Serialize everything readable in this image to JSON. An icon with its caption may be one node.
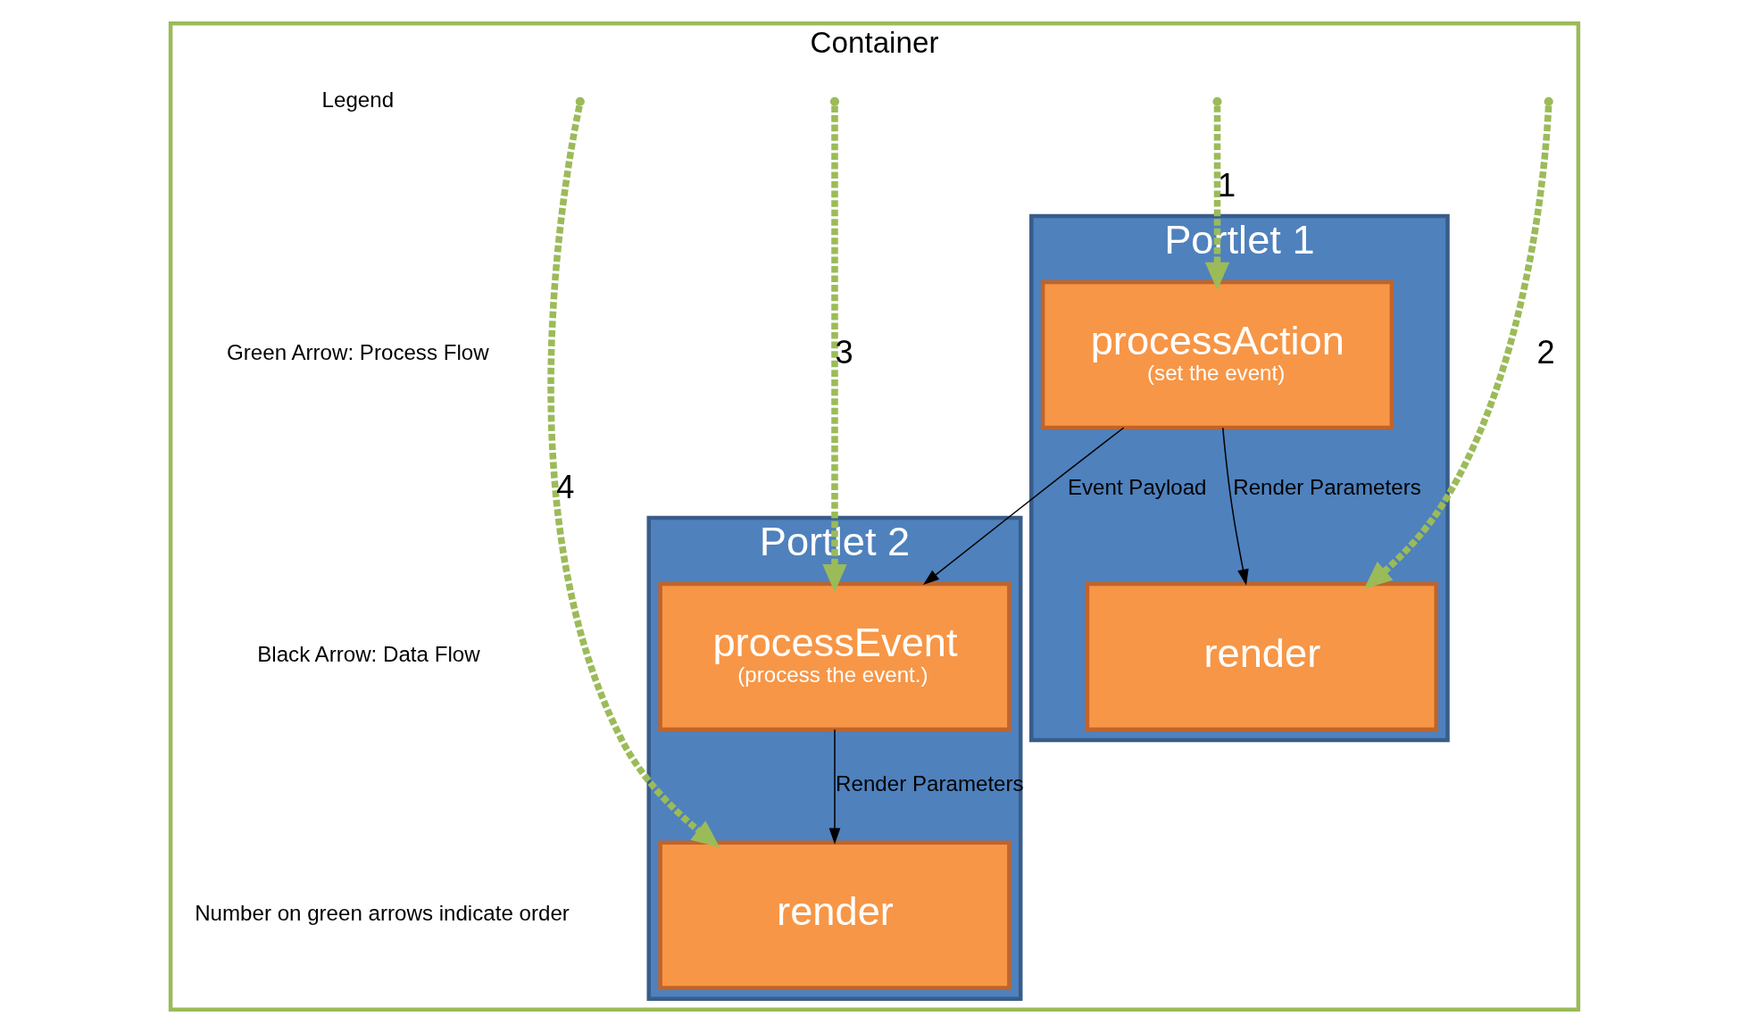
{
  "diagram": {
    "nodes": [
      {
        "text": [
          "Container"
        ]
      },
      {
        "text": [
          "Portlet 1"
        ],
        "in": 0
      },
      {
        "text": [
          "processAction",
          "(set the event)"
        ],
        "in": 1
      },
      {
        "text": [
          "render"
        ],
        "in": 1
      },
      {
        "text": [
          "Portlet 2"
        ],
        "in": 0
      },
      {
        "text": [
          "processEvent",
          "(process the event.)"
        ],
        "in": 4
      },
      {
        "text": [
          "render"
        ],
        "in": 4
      }
    ],
    "edges": [
      {
        "from": null,
        "to": 2,
        "arrow": "to",
        "label": "1",
        "style": "dashed",
        "color": "#9bbb59"
      },
      {
        "from": null,
        "to": 3,
        "arrow": "to",
        "label": "2",
        "style": "dashed",
        "color": "#9bbb59"
      },
      {
        "from": null,
        "to": 5,
        "arrow": "to",
        "label": "3",
        "style": "dashed",
        "color": "#9bbb59"
      },
      {
        "from": null,
        "to": 6,
        "arrow": "to",
        "label": "4",
        "style": "dashed",
        "color": "#9bbb59"
      },
      {
        "from": 2,
        "to": 5,
        "arrow": "to",
        "label": "Event Payload",
        "color": "#000000"
      },
      {
        "from": 2,
        "to": 3,
        "arrow": "to",
        "label": "Render Parameters",
        "color": "#000000"
      },
      {
        "from": 5,
        "to": 6,
        "arrow": "to",
        "label": "Render Parameters",
        "color": "#000000"
      }
    ],
    "labels": [
      "Legend",
      "Number on green arrows indicate order"
    ],
    "legend": [
      {
        "text": "Green Arrow: Process Flow"
      },
      {
        "text": "Black Arrow: Data Flow"
      }
    ]
  }
}
